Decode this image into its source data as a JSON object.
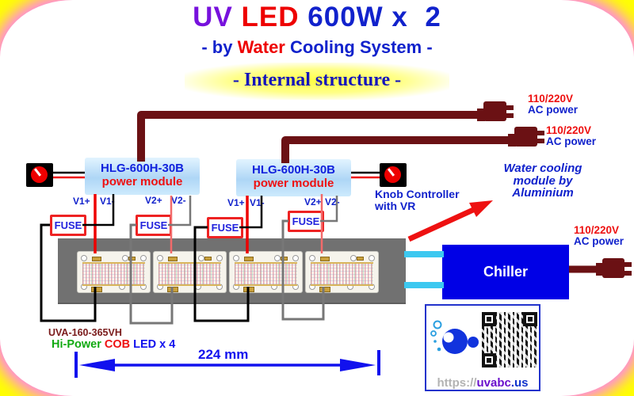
{
  "title": {
    "uv": "UV ",
    "led": "LED ",
    "rest": "600W x  2"
  },
  "subtitle": {
    "pre": "- by ",
    "water": "Water",
    "post": " Cooling System -"
  },
  "heading": "- Internal structure -",
  "psu": {
    "model": "HLG-600H-30B",
    "type": "power module"
  },
  "terminals": {
    "v1p": "V1+",
    "v1m": "V1-",
    "v2p": "V2+",
    "v2m": "V2-"
  },
  "fuse": "FUSE",
  "ac": {
    "volt": "110/220V",
    "power": "AC power"
  },
  "knob": {
    "line1": "Knob Controller",
    "line2": "with VR"
  },
  "cooling_note": {
    "line1": "Water cooling",
    "line2": "module by",
    "line3": "Aluminium"
  },
  "chiller": "Chiller",
  "leds": {
    "model": "UVA-160-365VH",
    "hi_power": "Hi-Power ",
    "cob": "COB",
    "suffix": " LED x 4"
  },
  "dimension": "224 mm",
  "site": {
    "scheme": "https://",
    "name": "uvabc",
    "tld": ".us"
  },
  "colors": {
    "title_uv": "#7711dd",
    "accent_red": "#ee1111",
    "accent_blue": "#1122cc",
    "cable_maroon": "#6b1114",
    "pipe_cyan": "#3cc8f0",
    "chiller_blue": "#0000e6",
    "heatsink_gray": "#717171",
    "bg_yellow": "#ffff00",
    "glow_pink": "#ff85e8",
    "psu_fill": "#aed6f6",
    "wire_gray": "#777777",
    "wire_red2": "#f26a6a"
  }
}
